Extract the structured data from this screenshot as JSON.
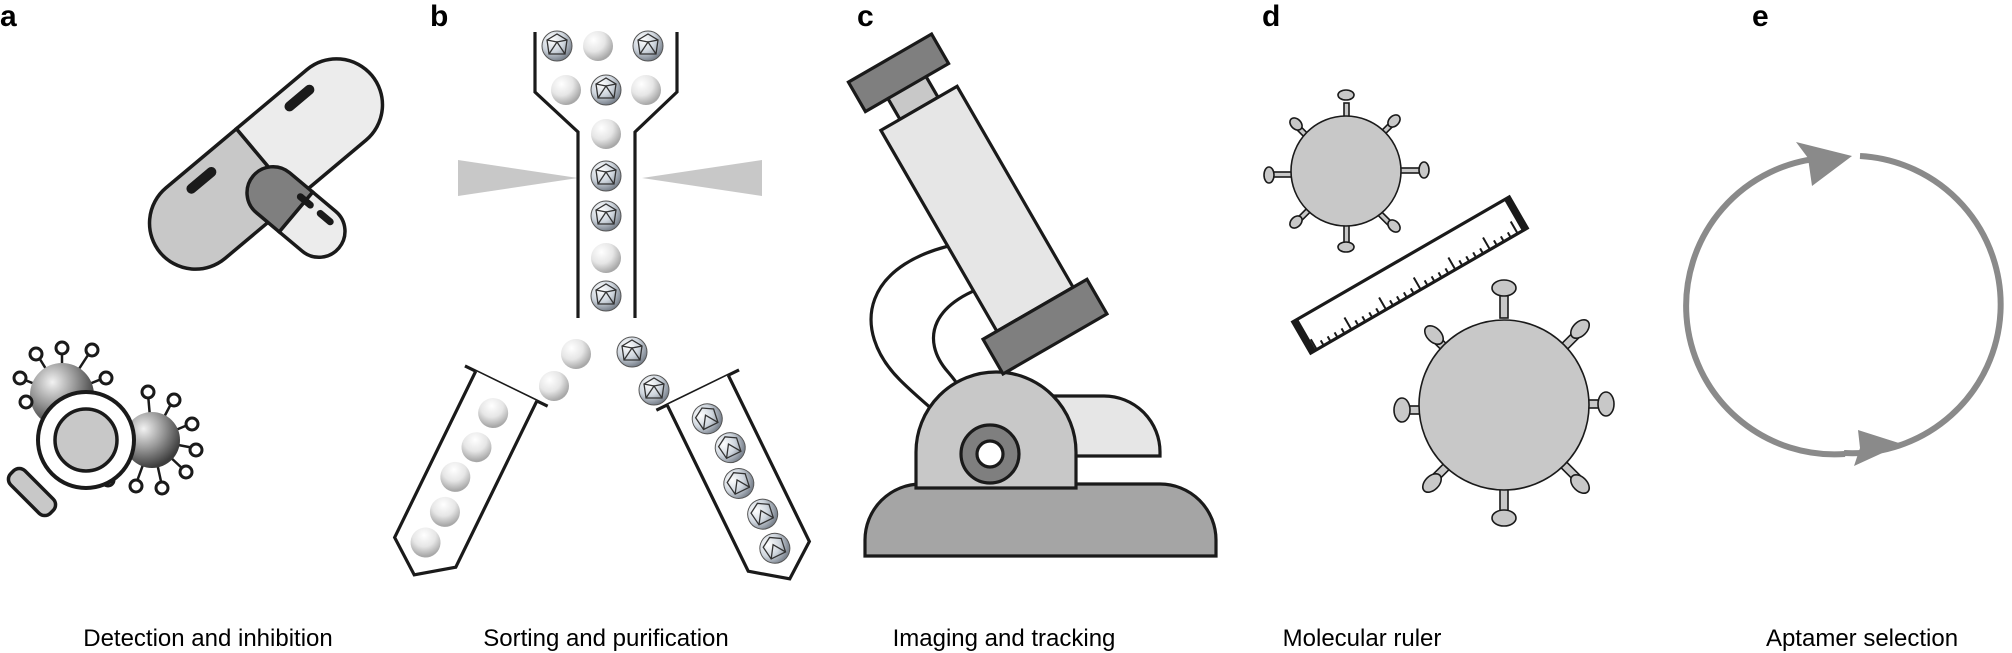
{
  "panels": [
    {
      "letter": "a",
      "caption": "Detection and inhibition"
    },
    {
      "letter": "b",
      "caption": "Sorting and purification"
    },
    {
      "letter": "c",
      "caption": "Imaging and tracking"
    },
    {
      "letter": "d",
      "caption": "Molecular ruler"
    },
    {
      "letter": "e",
      "caption": "Aptamer selection"
    }
  ],
  "colors": {
    "outline": "#1a1a1a",
    "light_gray": "#e6e6e6",
    "mid_gray": "#c8c8c8",
    "dark_gray": "#7f7f7f",
    "arrow_gray": "#8a8a8a"
  }
}
